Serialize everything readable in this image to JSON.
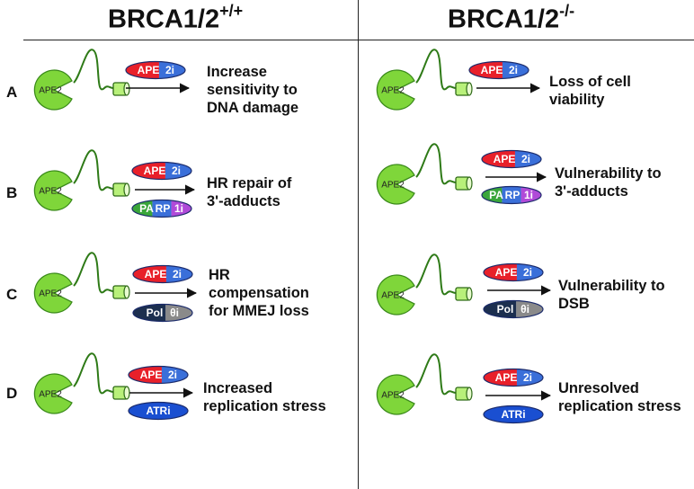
{
  "header": {
    "left": {
      "base": "BRCA1/2",
      "sup": "+/+"
    },
    "right": {
      "base": "BRCA1/2",
      "sup": "-/-"
    }
  },
  "enzyme_label": "APE2",
  "inhibitors": {
    "ape2i": {
      "a": "APE",
      "b": "2i",
      "colors": [
        "#e8202a",
        "#3a6fd9"
      ]
    },
    "parp1i": {
      "a": "PA",
      "b": "RP",
      "c": "1i",
      "colors": [
        "#3aa63a",
        "#3a6fd9",
        "#b04ad8"
      ]
    },
    "polthetai": {
      "a": "Pol",
      "b": "θi",
      "colors": [
        "#1c2f4f",
        "#8a8a8a"
      ]
    },
    "atri": {
      "a": "ATRi",
      "colors": [
        "#1a4fd1"
      ]
    }
  },
  "colors": {
    "enzyme_fill": "#7fd63a",
    "enzyme_stroke": "#3a8a1a",
    "dna_line": "#2e7a17",
    "cylinder": "#b8f07a"
  },
  "rows": [
    {
      "label": "A",
      "left_text": "Increase\nsensitivity to\nDNA damage",
      "right_text": "Loss of cell\nviability"
    },
    {
      "label": "B",
      "left_text": "HR repair of\n3'-adducts",
      "right_text": "Vulnerability to\n3'-adducts"
    },
    {
      "label": "C",
      "left_text": "HR\ncompensation\nfor MMEJ loss",
      "right_text": "Vulnerability to\nDSB"
    },
    {
      "label": "D",
      "left_text": "Increased\nreplication stress",
      "right_text": "Unresolved\nreplication stress"
    }
  ]
}
